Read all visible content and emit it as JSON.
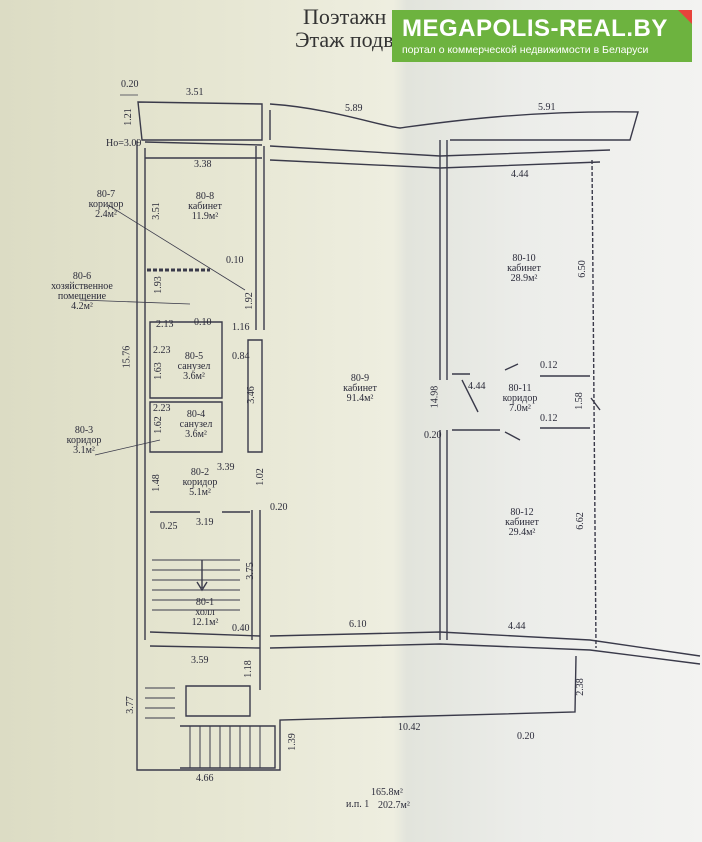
{
  "header": {
    "title_line1": "Поэтажн",
    "title_line2": "Этаж подв"
  },
  "badge": {
    "brand": "MEGAPOLIS-REAL.BY",
    "tagline": "портал о коммерческой недвижимости в Беларуси",
    "color": "#6db33f",
    "corner_color": "#e8433b"
  },
  "plan": {
    "height_mark": "Ho=3.09",
    "dims": {
      "d020a": "0.20",
      "d351a": "3.51",
      "d121": "1.21",
      "d589": "5.89",
      "d591": "5.91",
      "d338": "3.38",
      "d444a": "4.44",
      "d351b": "3.51",
      "d010a": "0.10",
      "d193": "1.93",
      "d192": "1.92",
      "d213": "2.13",
      "d010b": "0.10",
      "d116": "1.16",
      "d223a": "2.23",
      "d163": "1.63",
      "d084": "0.84",
      "d1576": "15.76",
      "d346": "3.46",
      "d650": "6.50",
      "d012a": "0.12",
      "d444b": "4.44",
      "d158": "1.58",
      "d1498": "14.98",
      "d012b": "0.12",
      "d020b": "0.20",
      "d223b": "2.23",
      "d162": "1.62",
      "d339": "3.39",
      "d148": "1.48",
      "d102": "1.02",
      "d020c": "0.20",
      "d025": "0.25",
      "d319": "3.19",
      "d662": "6.62",
      "d375": "3.75",
      "d040": "0.40",
      "d610": "6.10",
      "d444c": "4.44",
      "d359": "3.59",
      "d118": "1.18",
      "d238": "2.38",
      "d377": "3.77",
      "d1042": "10.42",
      "d020d": "0.20",
      "d139": "1.39",
      "d466": "4.66"
    },
    "rooms": [
      {
        "num": "80-1",
        "name": "холл",
        "area": "12.1м²"
      },
      {
        "num": "80-2",
        "name": "коридор",
        "area": "5.1м²"
      },
      {
        "num": "80-3",
        "name": "коридор",
        "area": "3.1м²"
      },
      {
        "num": "80-4",
        "name": "санузел",
        "area": "3.6м²"
      },
      {
        "num": "80-5",
        "name": "санузел",
        "area": "3.6м²"
      },
      {
        "num": "80-6",
        "name": "хозяйственное",
        "name2": "помещение",
        "area": "4.2м²"
      },
      {
        "num": "80-7",
        "name": "коридор",
        "area": "2.4м²"
      },
      {
        "num": "80-8",
        "name": "кабинет",
        "area": "11.9м²"
      },
      {
        "num": "80-9",
        "name": "кабинет",
        "area": "91.4м²"
      },
      {
        "num": "80-10",
        "name": "кабинет",
        "area": "28.9м²"
      },
      {
        "num": "80-11",
        "name": "коридор",
        "area": "7.0м²"
      },
      {
        "num": "80-12",
        "name": "кабинет",
        "area": "29.4м²"
      }
    ],
    "totals": {
      "total": "165.8м²",
      "prefix": "и.п. 1",
      "alt": "202.7м²"
    }
  }
}
